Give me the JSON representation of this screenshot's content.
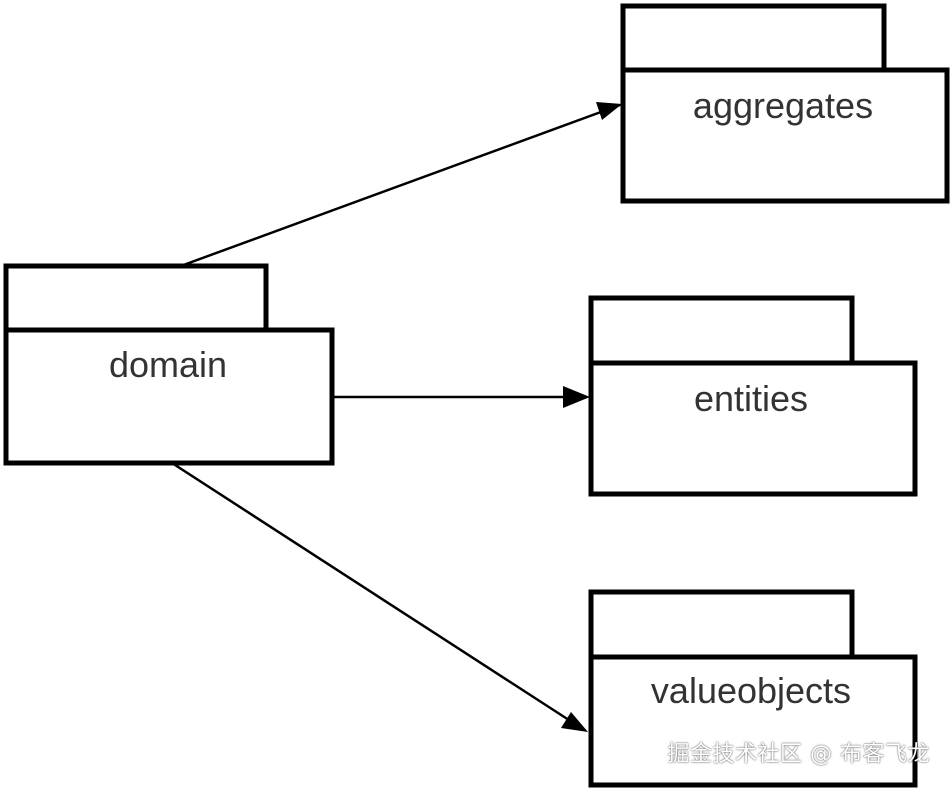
{
  "diagram": {
    "packages": [
      {
        "id": "domain",
        "label": "domain"
      },
      {
        "id": "aggregates",
        "label": "aggregates"
      },
      {
        "id": "entities",
        "label": "entities"
      },
      {
        "id": "valueobjects",
        "label": "valueobjects"
      }
    ],
    "edges": [
      {
        "from": "domain",
        "to": "aggregates"
      },
      {
        "from": "domain",
        "to": "entities"
      },
      {
        "from": "domain",
        "to": "valueobjects"
      }
    ]
  },
  "watermark": "掘金技术社区 @ 布客飞龙",
  "colors": {
    "stroke": "#000000",
    "label": "#333333",
    "background": "#ffffff"
  }
}
